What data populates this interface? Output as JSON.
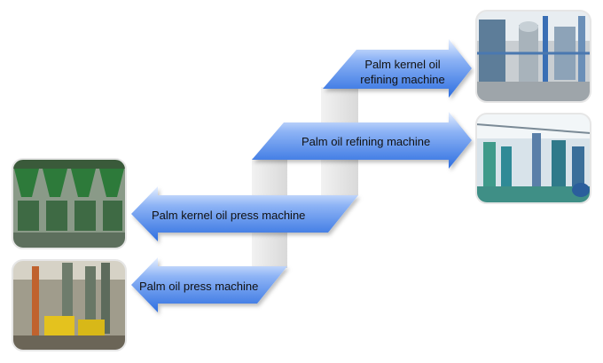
{
  "flow": {
    "arrow_color": "#3a78e6",
    "connector_color": "#e6e6e6",
    "items": [
      {
        "label": "Palm kernel oil refining machine",
        "line1": "Palm kernel oil",
        "line2": "refining machine"
      },
      {
        "label": "Palm oil refining machine"
      },
      {
        "label": "Palm kernel oil press machine"
      },
      {
        "label": "Palm oil press machine"
      }
    ]
  },
  "photos": [
    {
      "subject": "palm kernel oil refining plant",
      "icon": "refinery-photo"
    },
    {
      "subject": "palm oil refining workshop",
      "icon": "workshop-photo"
    },
    {
      "subject": "palm kernel oil press machines",
      "icon": "press-machine-photo"
    },
    {
      "subject": "palm oil press plant",
      "icon": "press-plant-photo"
    }
  ]
}
